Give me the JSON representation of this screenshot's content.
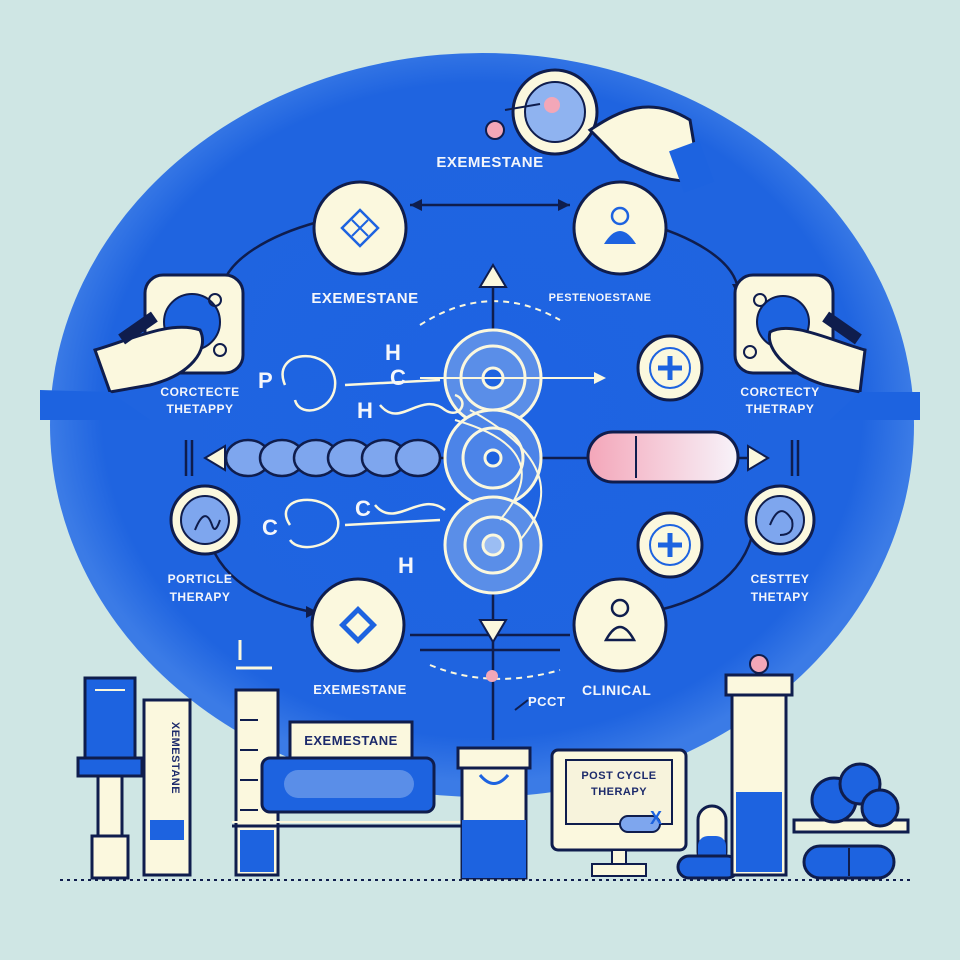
{
  "labels": {
    "top_title": "EXEMESTANE",
    "upper_left": "EXEMESTANE",
    "upper_right": "PESTENOESTANE",
    "left_mid_1": "CORCTECTE",
    "left_mid_2": "THETAPPY",
    "right_mid_1": "CORCTECTY",
    "right_mid_2": "THETRAPY",
    "left_low_1": "PORTICLE",
    "left_low_2": "THERAPY",
    "right_low_1": "CESTTEY",
    "right_low_2": "THETAPY",
    "bottom_left": "EXEMESTANE",
    "bottom_center": "PCCT",
    "bottom_right": "CLINICAL",
    "box_label": "EXEMESTANE",
    "tube_label": "XEMESTANE",
    "monitor_1": "POST CYCLE",
    "monitor_2": "THERAPY",
    "monitor_x": "X",
    "chem_p": "P",
    "chem_h1": "H",
    "chem_c1": "C",
    "chem_h2": "H",
    "chem_c2": "C",
    "chem_c3": "C",
    "chem_h3": "H"
  },
  "colors": {
    "background": "#cfe6e4",
    "blue": "#1d63e0",
    "navy": "#1c2a6b",
    "cream": "#fbf8de",
    "pink": "#f3a7b8"
  }
}
